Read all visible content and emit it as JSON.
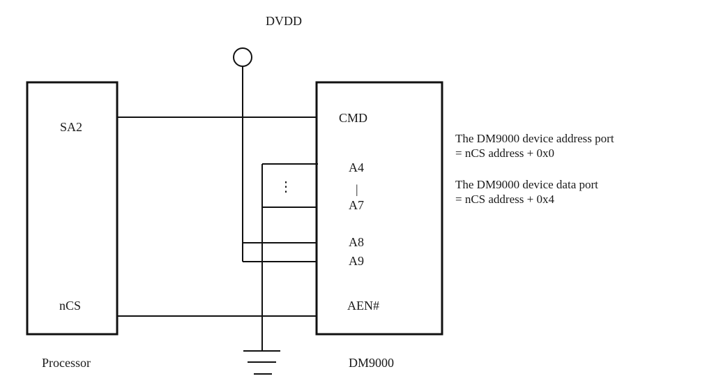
{
  "diagram": {
    "supply_label": "DVDD",
    "processor": {
      "name": "Processor",
      "pins": {
        "sa2": "SA2",
        "ncs": "nCS"
      }
    },
    "dm9000": {
      "name": "DM9000",
      "pins": {
        "cmd": "CMD",
        "a4": "A4",
        "range_bar": "|",
        "a7": "A7",
        "a8": "A8",
        "a9": "A9",
        "aen": "AEN#"
      }
    },
    "ellipsis": "⋮",
    "notes": [
      {
        "line1": "The DM9000 device address port",
        "line2": "= nCS address + 0x0"
      },
      {
        "line1": "The DM9000 device data port",
        "line2": "= nCS address + 0x4"
      }
    ],
    "connections": [
      {
        "from": "SA2",
        "to": "CMD"
      },
      {
        "from": "nCS",
        "to": "AEN#"
      },
      {
        "from": "DVDD",
        "to": "A8"
      },
      {
        "from": "DVDD",
        "to": "A9"
      },
      {
        "from": "GND",
        "to": "A4"
      },
      {
        "from": "GND",
        "to": "A7"
      }
    ]
  }
}
